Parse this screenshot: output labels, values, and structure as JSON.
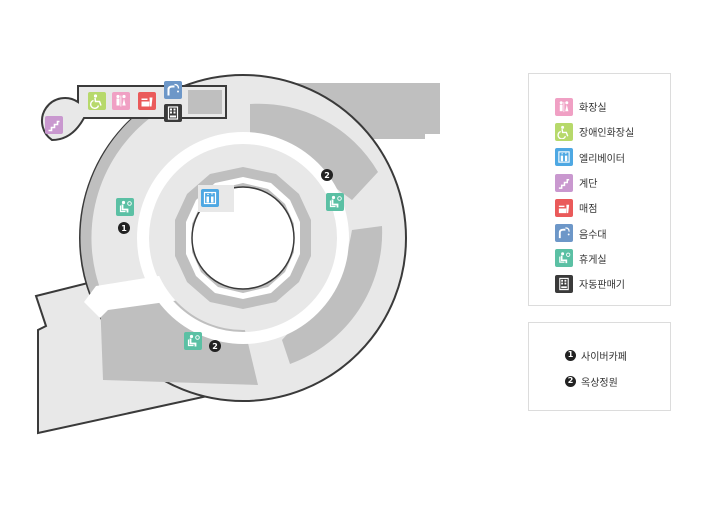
{
  "colors": {
    "restroom": "#f0a0c4",
    "accessible_restroom": "#b7d96b",
    "elevator": "#4ea8e3",
    "stairs": "#c998cf",
    "store": "#ea5a5a",
    "water_fountain": "#6d97c8",
    "lounge": "#5bc0a4",
    "vending_machine": "#3a3a3a",
    "floor_light": "#e8e8e8",
    "floor_dark": "#bfbfbf",
    "outline": "#3a3a3a"
  },
  "legend": {
    "items": [
      {
        "icon": "restroom-icon",
        "label": "화장실",
        "color": "#f0a0c4"
      },
      {
        "icon": "accessible-restroom-icon",
        "label": "장애인화장실",
        "color": "#b7d96b"
      },
      {
        "icon": "elevator-icon",
        "label": "엘리베이터",
        "color": "#4ea8e3"
      },
      {
        "icon": "stairs-icon",
        "label": "계단",
        "color": "#c998cf"
      },
      {
        "icon": "store-icon",
        "label": "매점",
        "color": "#ea5a5a"
      },
      {
        "icon": "water-fountain-icon",
        "label": "음수대",
        "color": "#6d97c8"
      },
      {
        "icon": "lounge-icon",
        "label": "휴게실",
        "color": "#5bc0a4"
      },
      {
        "icon": "vending-machine-icon",
        "label": "자동판매기",
        "color": "#3a3a3a"
      }
    ]
  },
  "numbered": {
    "items": [
      {
        "number": "1",
        "label": "사이버카페"
      },
      {
        "number": "2",
        "label": "옥상정원"
      }
    ]
  },
  "map_markers": {
    "marker_1": "1",
    "marker_2_top": "2",
    "marker_2_bottom": "2"
  }
}
